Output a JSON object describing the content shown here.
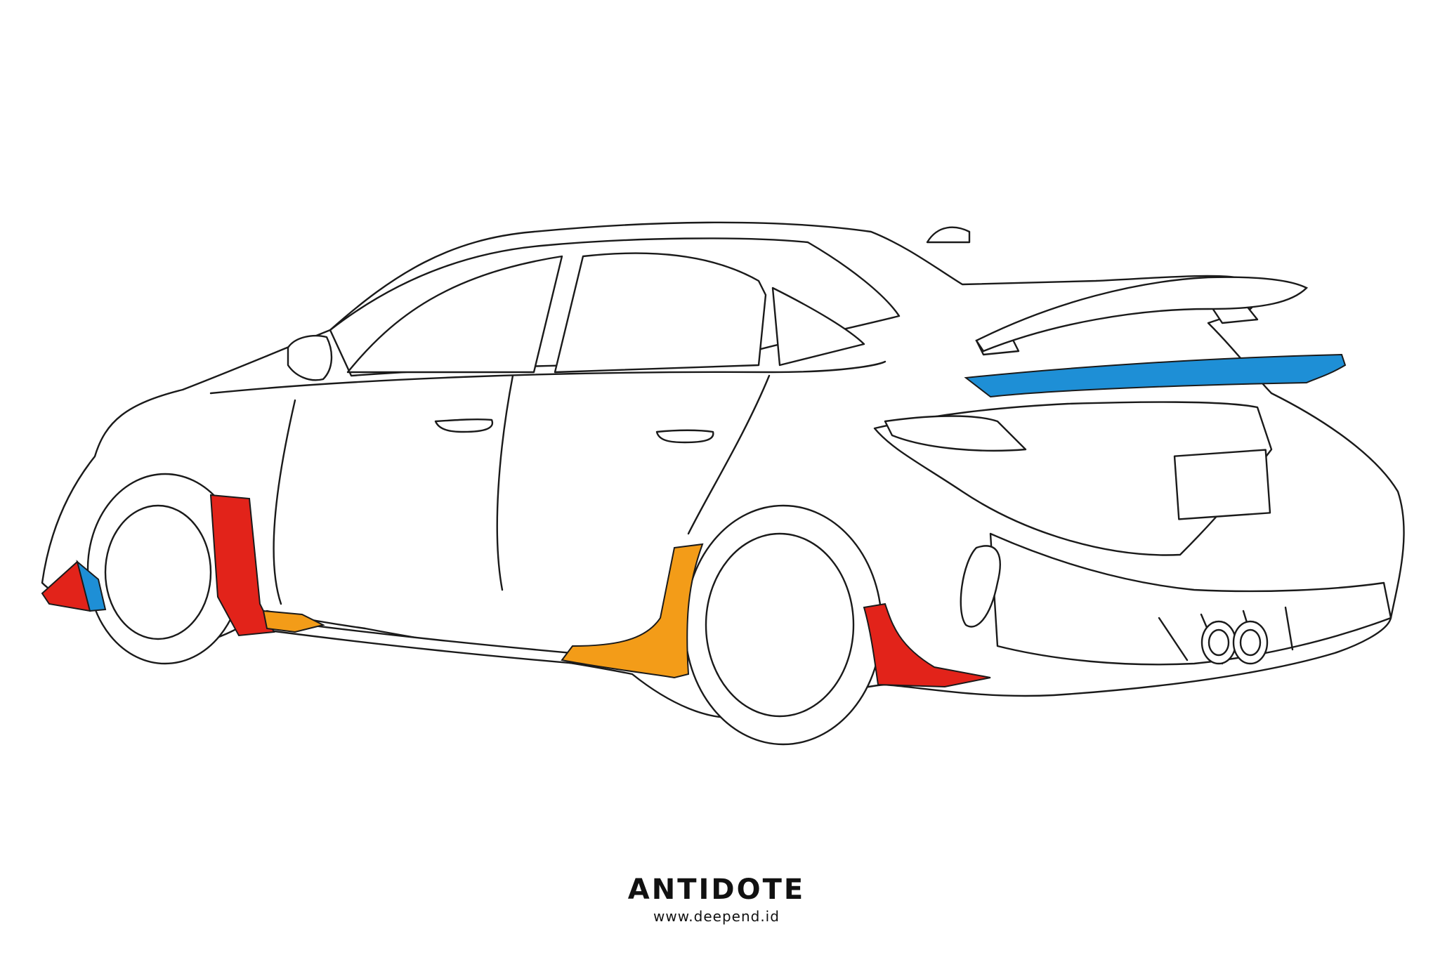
{
  "illustration": {
    "subject": "rear three-quarter line drawing of a sedan with aero parts highlighted",
    "colors": {
      "outline": "#1a1a1a",
      "body_fill": "#ffffff",
      "red_part": "#e2231a",
      "orange_part": "#f39c18",
      "blue_part": "#1e8fd6"
    }
  },
  "branding": {
    "logo_text": "ANTIDOTE",
    "url": "www.deepend.id"
  }
}
